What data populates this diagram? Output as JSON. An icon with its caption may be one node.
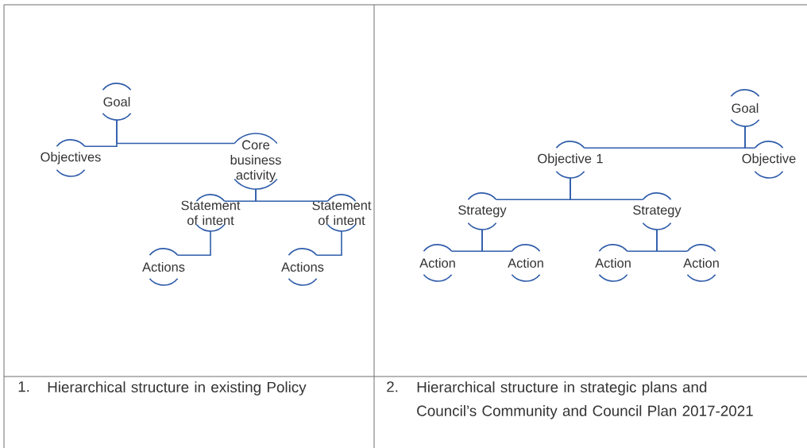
{
  "diagram": {
    "nodes": [
      {
        "text": [
          "Goal"
        ]
      },
      {
        "text": [
          "Objectives"
        ]
      },
      {
        "text": [
          "Core business activity"
        ]
      },
      {
        "text": [
          "Statement of intent"
        ]
      },
      {
        "text": [
          "Statement of intent"
        ]
      },
      {
        "text": [
          "Actions"
        ]
      },
      {
        "text": [
          "Actions"
        ]
      },
      {
        "text": [
          "Goal"
        ]
      },
      {
        "text": [
          "Objective 1"
        ]
      },
      {
        "text": [
          "Objective"
        ]
      },
      {
        "text": [
          "Strategy"
        ]
      },
      {
        "text": [
          "Strategy"
        ]
      },
      {
        "text": [
          "Action"
        ]
      },
      {
        "text": [
          "Action"
        ]
      },
      {
        "text": [
          "Action"
        ]
      },
      {
        "text": [
          "Action"
        ]
      }
    ],
    "edges": [
      {
        "from": 0,
        "to": 1,
        "arrow": "none"
      },
      {
        "from": 0,
        "to": 2,
        "arrow": "none"
      },
      {
        "from": 2,
        "to": 3,
        "arrow": "none"
      },
      {
        "from": 2,
        "to": 4,
        "arrow": "none"
      },
      {
        "from": 3,
        "to": 5,
        "arrow": "none"
      },
      {
        "from": 4,
        "to": 6,
        "arrow": "none"
      },
      {
        "from": 7,
        "to": 8,
        "arrow": "none"
      },
      {
        "from": 7,
        "to": 9,
        "arrow": "none"
      },
      {
        "from": 8,
        "to": 10,
        "arrow": "none"
      },
      {
        "from": 8,
        "to": 11,
        "arrow": "none"
      },
      {
        "from": 10,
        "to": 12,
        "arrow": "none"
      },
      {
        "from": 10,
        "to": 13,
        "arrow": "none"
      },
      {
        "from": 11,
        "to": 14,
        "arrow": "none"
      },
      {
        "from": 11,
        "to": 15,
        "arrow": "none"
      }
    ],
    "labels": [
      "1.",
      "Hierarchical structure in existing Policy",
      "2.",
      "Hierarchical structure in strategic plans and Council’s Community and Council Plan 2017-2021"
    ]
  }
}
